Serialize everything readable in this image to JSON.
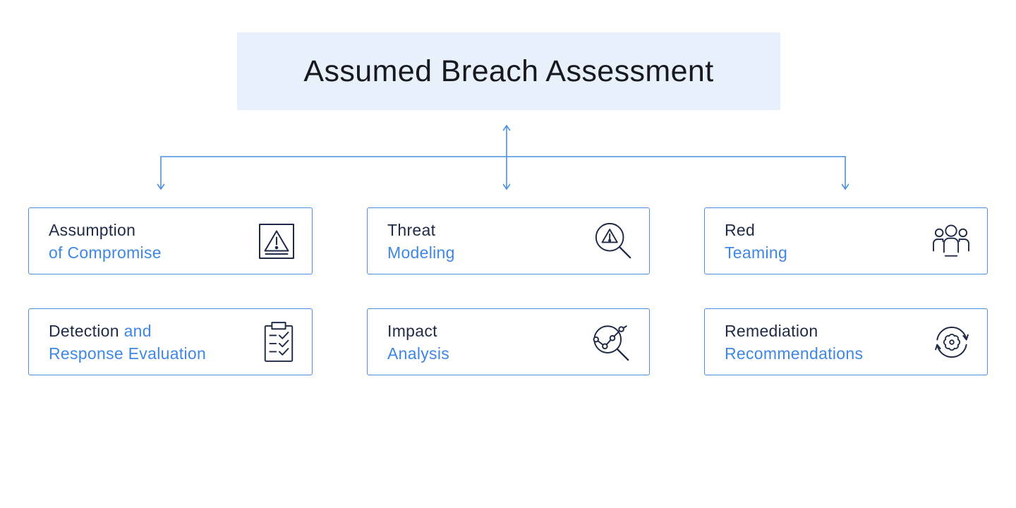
{
  "title": {
    "text": "Assumed Breach Assessment"
  },
  "colors": {
    "accent_blue": "#4a90e2",
    "text_blue": "#3f87e5",
    "dark_navy": "#1e2a47",
    "title_bg": "#e8f1fb",
    "title_text": "#17191f",
    "canvas_bg": "#ffffff"
  },
  "cards": [
    {
      "name": "assumption-of-compromise",
      "icon": "warning-square-icon",
      "lines": [
        [
          {
            "text": "Assumption",
            "tone": "dark"
          }
        ],
        [
          {
            "text": "of Compromise",
            "tone": "blue"
          }
        ]
      ]
    },
    {
      "name": "threat-modeling",
      "icon": "threat-magnifier-icon",
      "lines": [
        [
          {
            "text": "Threat",
            "tone": "dark"
          }
        ],
        [
          {
            "text": "Modeling",
            "tone": "blue"
          }
        ]
      ]
    },
    {
      "name": "red-teaming",
      "icon": "people-group-icon",
      "lines": [
        [
          {
            "text": "Red",
            "tone": "dark"
          }
        ],
        [
          {
            "text": "Teaming",
            "tone": "blue"
          }
        ]
      ]
    },
    {
      "name": "detection-and-response-evaluation",
      "icon": "checklist-clipboard-icon",
      "lines": [
        [
          {
            "text": "Detection ",
            "tone": "dark"
          },
          {
            "text": "and",
            "tone": "blue"
          }
        ],
        [
          {
            "text": "Response Evaluation",
            "tone": "blue"
          }
        ]
      ]
    },
    {
      "name": "impact-analysis",
      "icon": "impact-magnifier-icon",
      "lines": [
        [
          {
            "text": "Impact",
            "tone": "dark"
          }
        ],
        [
          {
            "text": "Analysis",
            "tone": "blue"
          }
        ]
      ]
    },
    {
      "name": "remediation-recommendations",
      "icon": "refresh-gear-icon",
      "lines": [
        [
          {
            "text": "Remediation",
            "tone": "dark"
          }
        ],
        [
          {
            "text": "Recommendations",
            "tone": "blue"
          }
        ]
      ]
    }
  ]
}
